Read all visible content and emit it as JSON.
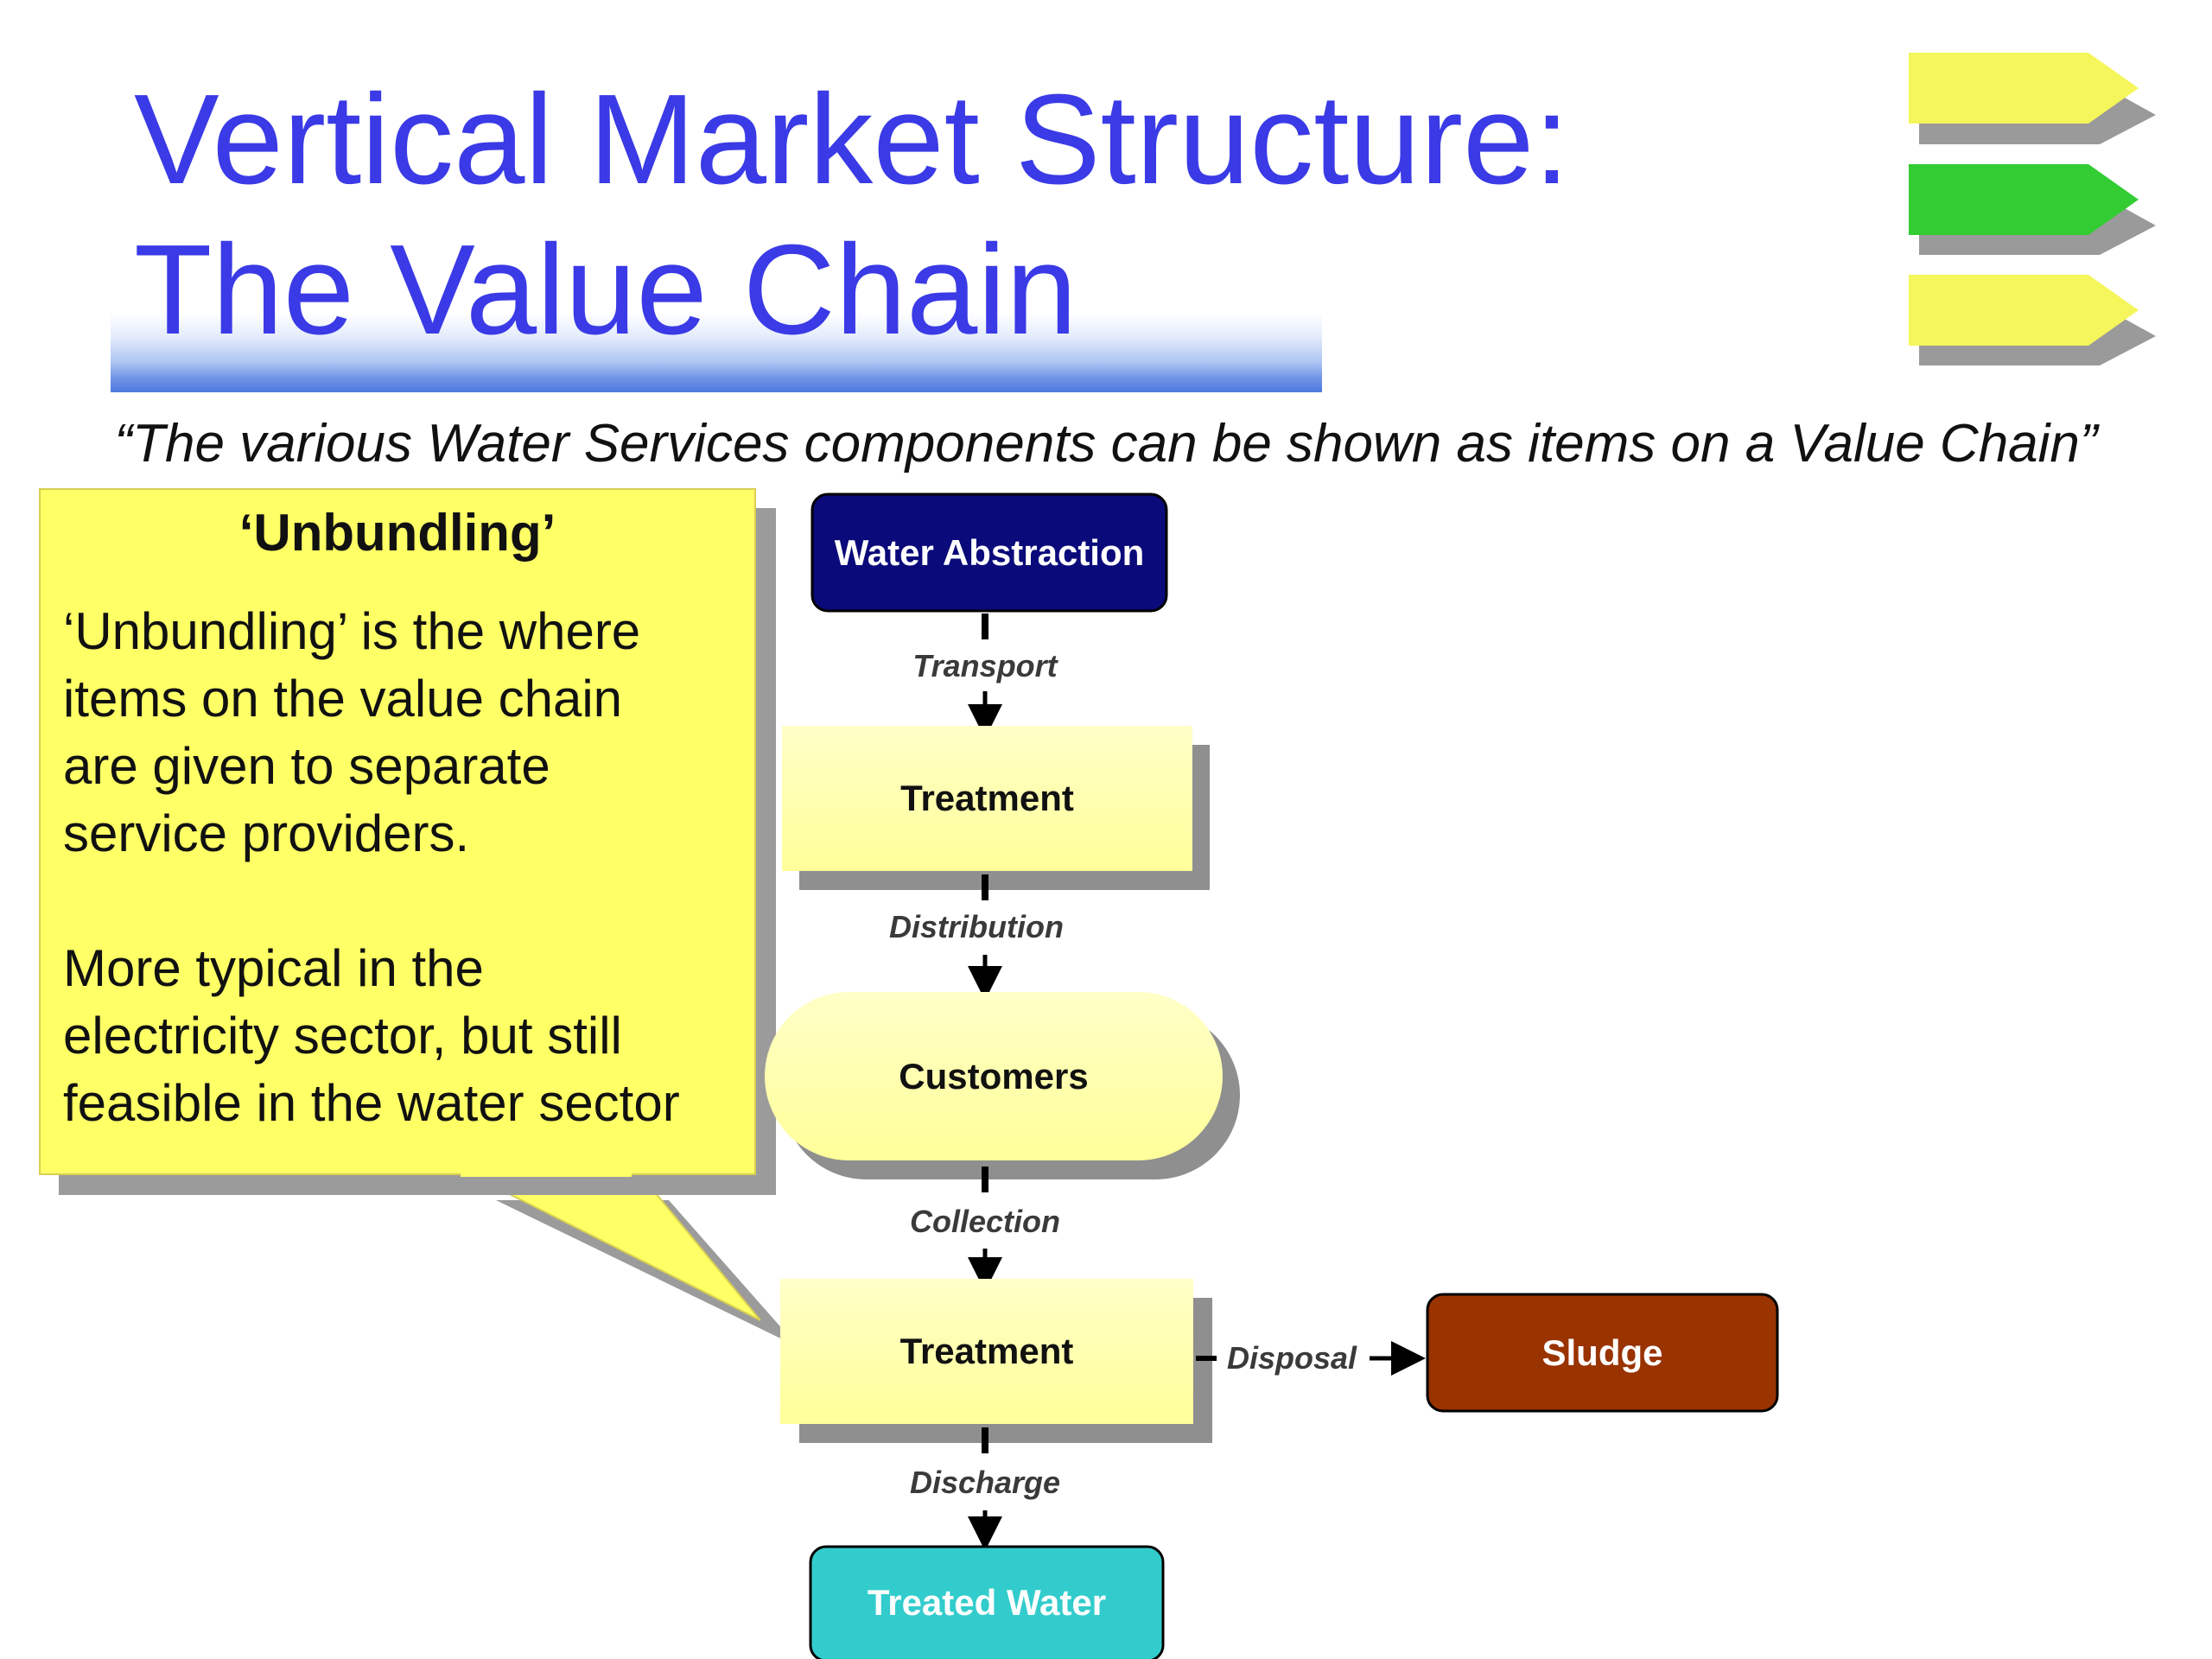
{
  "title": {
    "line1": "Vertical Market Structure:",
    "line2": "The Value Chain"
  },
  "subtitle": "“The various Water Services components can be shown as items on a Value Chain”",
  "callout": {
    "heading": "‘Unbundling’",
    "paragraph1": [
      "‘Unbundling’ is the where",
      "items on the value chain",
      "are given to separate",
      "service providers."
    ],
    "paragraph2": [
      "More typical in the",
      "electricity sector, but still",
      "feasible in the water sector"
    ]
  },
  "flow": {
    "nodes": {
      "water_abstraction": "Water Abstraction",
      "treatment_1": "Treatment",
      "customers": "Customers",
      "treatment_2": "Treatment",
      "sludge": "Sludge",
      "treated_water": "Treated Water"
    },
    "connectors": {
      "transport": "Transport",
      "distribution": "Distribution",
      "collection": "Collection",
      "disposal": "Disposal",
      "discharge": "Discharge"
    }
  },
  "colors": {
    "title": "#3a3ae6",
    "water_abstraction": "#0a0a7a",
    "process_box": "#ffffa8",
    "sludge": "#993300",
    "treated_water": "#33cccc",
    "callout": "#ffff66",
    "arrow_yellow": "#f5f55c",
    "arrow_green": "#33cc33"
  }
}
